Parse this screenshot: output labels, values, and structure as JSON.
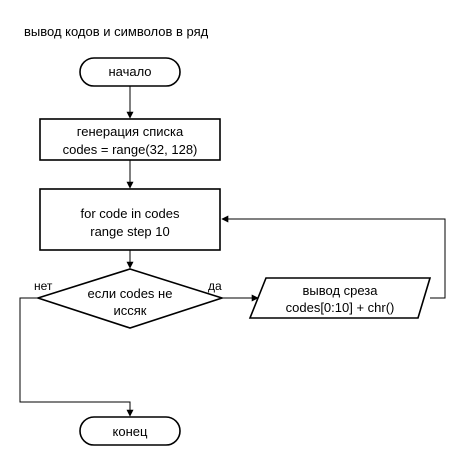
{
  "diagram": {
    "title": "вывод кодов и символов в ряд",
    "nodes": {
      "start": {
        "lines": [
          "начало"
        ]
      },
      "generate": {
        "lines": [
          "генерация списка",
          "codes = range(32, 128)"
        ]
      },
      "loop": {
        "lines": [
          "for code in codes",
          "range step 10"
        ]
      },
      "condition": {
        "lines": [
          "если codes не",
          "иссяк"
        ]
      },
      "output": {
        "lines": [
          "вывод среза",
          "codes[0:10] + chr()"
        ]
      },
      "end": {
        "lines": [
          "конец"
        ]
      }
    },
    "edge_labels": {
      "no": "нет",
      "yes": "да"
    }
  }
}
